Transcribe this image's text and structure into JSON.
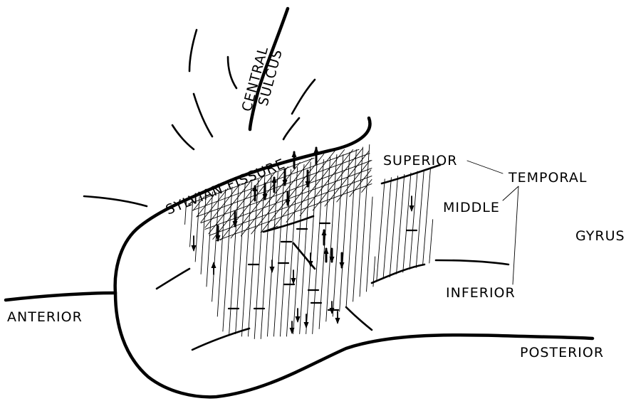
{
  "labels": {
    "central_sulcus_line1": "CENTRAL",
    "central_sulcus_line2": "SULCUS",
    "sylvian_fissure": "SYLVIAN FISSURE",
    "superior": "SUPERIOR",
    "temporal": "TEMPORAL",
    "middle": "MIDDLE",
    "gyrus": "GYRUS",
    "inferior": "INFERIOR",
    "anterior": "ANTERIOR",
    "posterior": "POSTERIOR"
  },
  "colors": {
    "ink": "#000000",
    "background": "#ffffff"
  }
}
